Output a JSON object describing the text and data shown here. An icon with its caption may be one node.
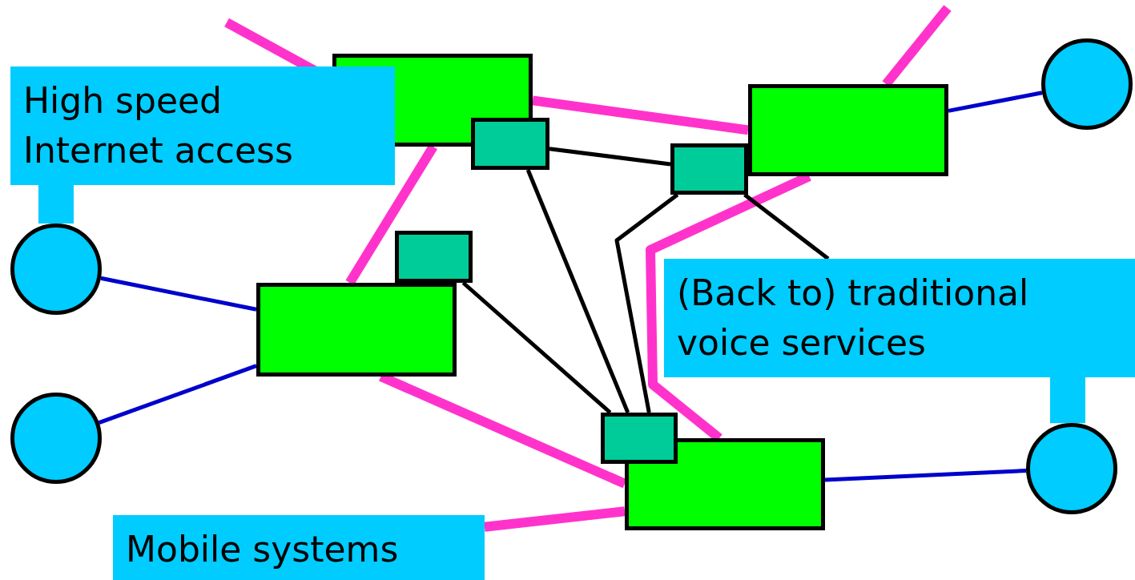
{
  "diagram": {
    "nodes": [
      {
        "text": [],
        "shape": "box"
      },
      {
        "text": [],
        "shape": "box"
      },
      {
        "text": [],
        "shape": "box"
      },
      {
        "text": [],
        "shape": "box"
      },
      {
        "text": [],
        "shape": "box"
      },
      {
        "text": [],
        "shape": "box"
      },
      {
        "text": [],
        "shape": "box"
      },
      {
        "text": [],
        "shape": "box"
      },
      {
        "text": [],
        "shape": "circle"
      },
      {
        "text": [],
        "shape": "circle"
      },
      {
        "text": [],
        "shape": "circle"
      },
      {
        "text": [],
        "shape": "circle"
      },
      {
        "text": [
          "High speed Internet access"
        ]
      },
      {
        "text": [
          "(Back to) traditional voice services"
        ]
      },
      {
        "text": [
          "Mobile systems"
        ]
      }
    ],
    "edges": [
      {
        "from": null,
        "to": 0,
        "arrow": "none",
        "style": "thick",
        "color": "#ff33cc"
      },
      {
        "from": 0,
        "to": 2,
        "arrow": "none",
        "style": "thick",
        "color": "#ff33cc"
      },
      {
        "from": 0,
        "to": 4,
        "arrow": "none",
        "style": "thick",
        "color": "#ff33cc"
      },
      {
        "from": null,
        "to": 2,
        "arrow": "none",
        "style": "thick",
        "color": "#ff33cc"
      },
      {
        "from": 2,
        "to": 6,
        "arrow": "none",
        "style": "thick",
        "color": "#ff33cc"
      },
      {
        "from": 4,
        "to": 6,
        "arrow": "none",
        "style": "thick",
        "color": "#ff33cc"
      },
      {
        "from": 14,
        "to": 6,
        "arrow": "none",
        "style": "thick",
        "color": "#ff33cc"
      },
      {
        "from": 2,
        "to": 8,
        "arrow": "none",
        "color": "#0000cc"
      },
      {
        "from": 9,
        "to": 4,
        "arrow": "none",
        "color": "#0000cc"
      },
      {
        "from": 10,
        "to": 4,
        "arrow": "none",
        "color": "#0000cc"
      },
      {
        "from": 6,
        "to": 11,
        "arrow": "none",
        "color": "#0000cc"
      },
      {
        "from": 1,
        "to": 3,
        "arrow": "none",
        "color": "#000000"
      },
      {
        "from": 1,
        "to": 7,
        "arrow": "none",
        "color": "#000000"
      },
      {
        "from": 5,
        "to": 7,
        "arrow": "none",
        "color": "#000000"
      },
      {
        "from": 3,
        "to": 7,
        "arrow": "none",
        "color": "#000000"
      },
      {
        "from": 3,
        "to": 13,
        "arrow": "none",
        "color": "#000000"
      },
      {
        "from": 12,
        "to": 9,
        "arrow": "none",
        "style": "thick",
        "color": "#00ccff"
      },
      {
        "from": 13,
        "to": 11,
        "arrow": "none",
        "style": "thick",
        "color": "#00ccff"
      }
    ]
  }
}
